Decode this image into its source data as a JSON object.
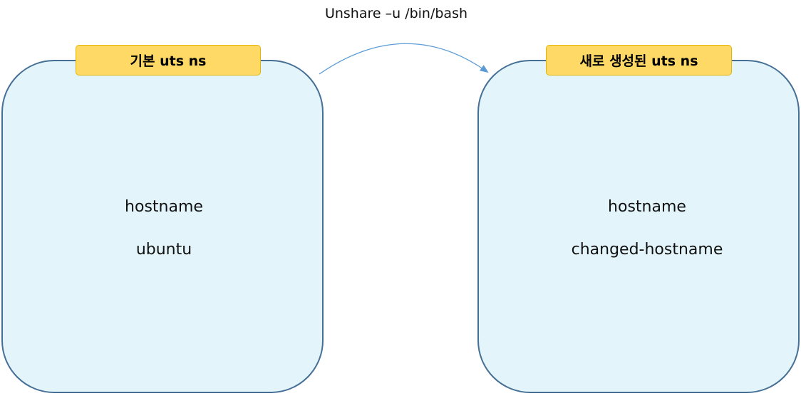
{
  "command": "Unshare –u /bin/bash",
  "namespaces": {
    "default": {
      "title": "기본 uts ns",
      "key": "hostname",
      "value": "ubuntu"
    },
    "created": {
      "title": "새로 생성된 uts ns",
      "key": "hostname",
      "value": "changed-hostname"
    }
  },
  "colors": {
    "box_fill": "#e3f5fb",
    "box_border": "#466f96",
    "label_fill": "#ffd966",
    "label_border": "#e3b500",
    "arrow": "#5b9bd5"
  }
}
